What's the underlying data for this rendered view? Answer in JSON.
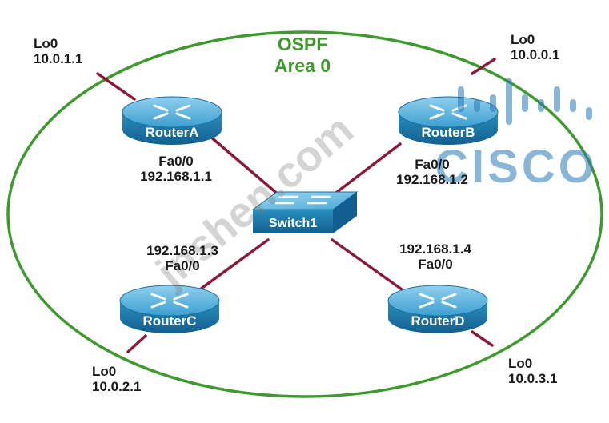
{
  "area": {
    "line1": "OSPF",
    "line2": "Area 0"
  },
  "devices": [
    {
      "id": "routerA",
      "name": "RouterA"
    },
    {
      "id": "routerB",
      "name": "RouterB"
    },
    {
      "id": "routerC",
      "name": "RouterC"
    },
    {
      "id": "routerD",
      "name": "RouterD"
    },
    {
      "id": "switch1",
      "name": "Switch1"
    }
  ],
  "interfaces": {
    "routerA_lo": {
      "name": "Lo0",
      "ip": "10.0.1.1"
    },
    "routerB_lo": {
      "name": "Lo0",
      "ip": "10.0.0.1"
    },
    "routerC_lo": {
      "name": "Lo0",
      "ip": "10.0.2.1"
    },
    "routerD_lo": {
      "name": "Lo0",
      "ip": "10.0.3.1"
    },
    "routerA_fa": {
      "name": "Fa0/0",
      "ip": "192.168.1.1"
    },
    "routerB_fa": {
      "name": "Fa0/0",
      "ip": "192.168.1.2"
    },
    "routerC_fa": {
      "name": "Fa0/0",
      "ip": "192.168.1.3"
    },
    "routerD_fa": {
      "name": "Fa0/0",
      "ip": "192.168.1.4"
    }
  },
  "watermark": {
    "text": "jnshen.com",
    "logo": "CISCO"
  },
  "colors": {
    "area_border": "#3e9a2e",
    "link": "#8b1a3a",
    "device": "#2a8fc0",
    "watermark_blue": "#2a7ab8"
  }
}
